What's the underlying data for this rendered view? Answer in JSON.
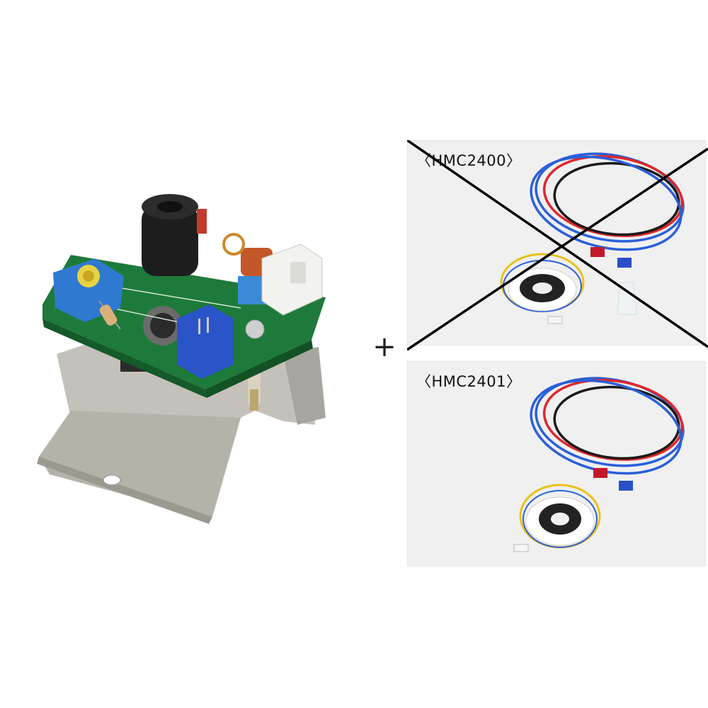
{
  "products": [
    {
      "label": "〈HMC2400〉",
      "crossed_out": true
    },
    {
      "label": "〈HMC2401〉",
      "crossed_out": false
    }
  ],
  "plus_symbol": "+",
  "colors": {
    "pcb_green": "#1e7a3a",
    "bracket_metal": "#bdbab3",
    "wire_red": "#e0262b",
    "wire_blue": "#2b5fd8",
    "wire_black": "#1a1a1a",
    "wire_yellow": "#e8c21a",
    "connector_blue": "#2a54c8",
    "connector_white": "#f2f2ee",
    "cross_line": "#000000"
  },
  "icons": [
    "pcb-board-image",
    "ultrasonic-disc-image",
    "wire-harness-image"
  ]
}
